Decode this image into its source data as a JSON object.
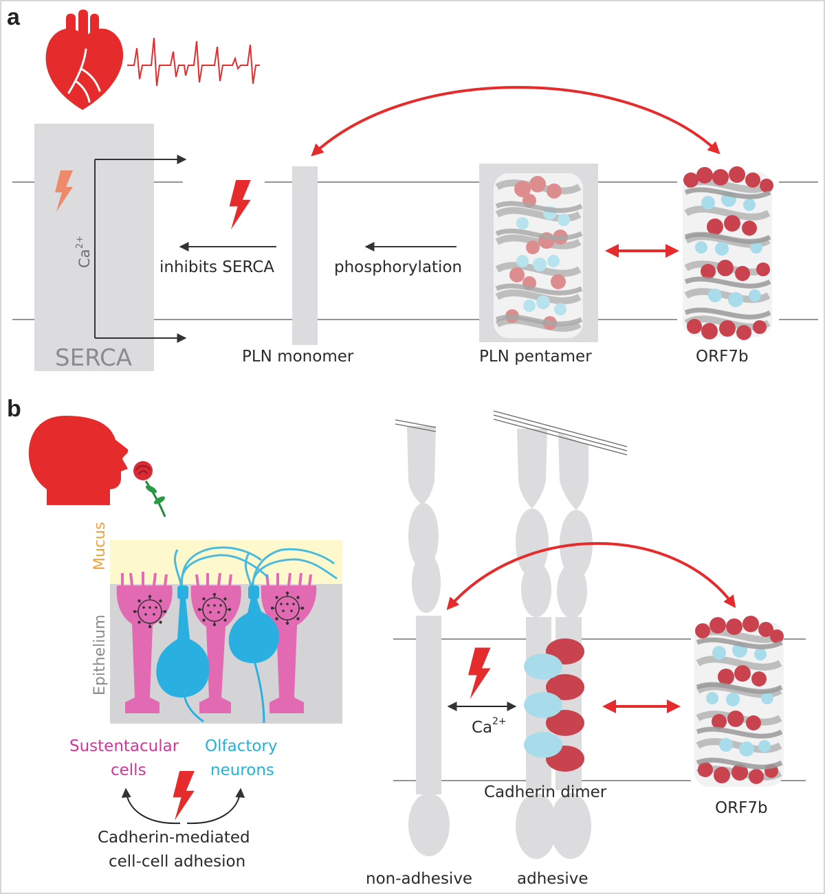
{
  "panels": {
    "a": {
      "letter": "a",
      "serca_label": "SERCA",
      "ca_label": "Ca",
      "ca_charge": "2+",
      "inhibits_label": "inhibits SERCA",
      "phosphorylation_label": "phosphorylation",
      "pln_monomer_label": "PLN monomer",
      "pln_pentamer_label": "PLN pentamer",
      "orf7b_label": "ORF7b"
    },
    "b": {
      "letter": "b",
      "mucus_label": "Mucus",
      "epithelium_label": "Epithelium",
      "sustentacular_line1": "Sustentacular",
      "sustentacular_line2": "cells",
      "olfactory_line1": "Olfactory",
      "olfactory_line2": "neurons",
      "adhesion_line1": "Cadherin-mediated",
      "adhesion_line2": "cell-cell adhesion",
      "ca_label": "Ca",
      "ca_charge": "2+",
      "cadherin_dimer_label": "Cadherin dimer",
      "non_adhesive_label": "non-adhesive",
      "adhesive_label": "adhesive",
      "orf7b_label": "ORF7b"
    }
  },
  "colors": {
    "red": "#e52b2b",
    "membrane_gray": "#dcdcde",
    "sustentacular": "#e16ab3",
    "neuron": "#2ab0e0",
    "mucus": "#fdf9cc",
    "epithelium": "#d4d4d6"
  }
}
